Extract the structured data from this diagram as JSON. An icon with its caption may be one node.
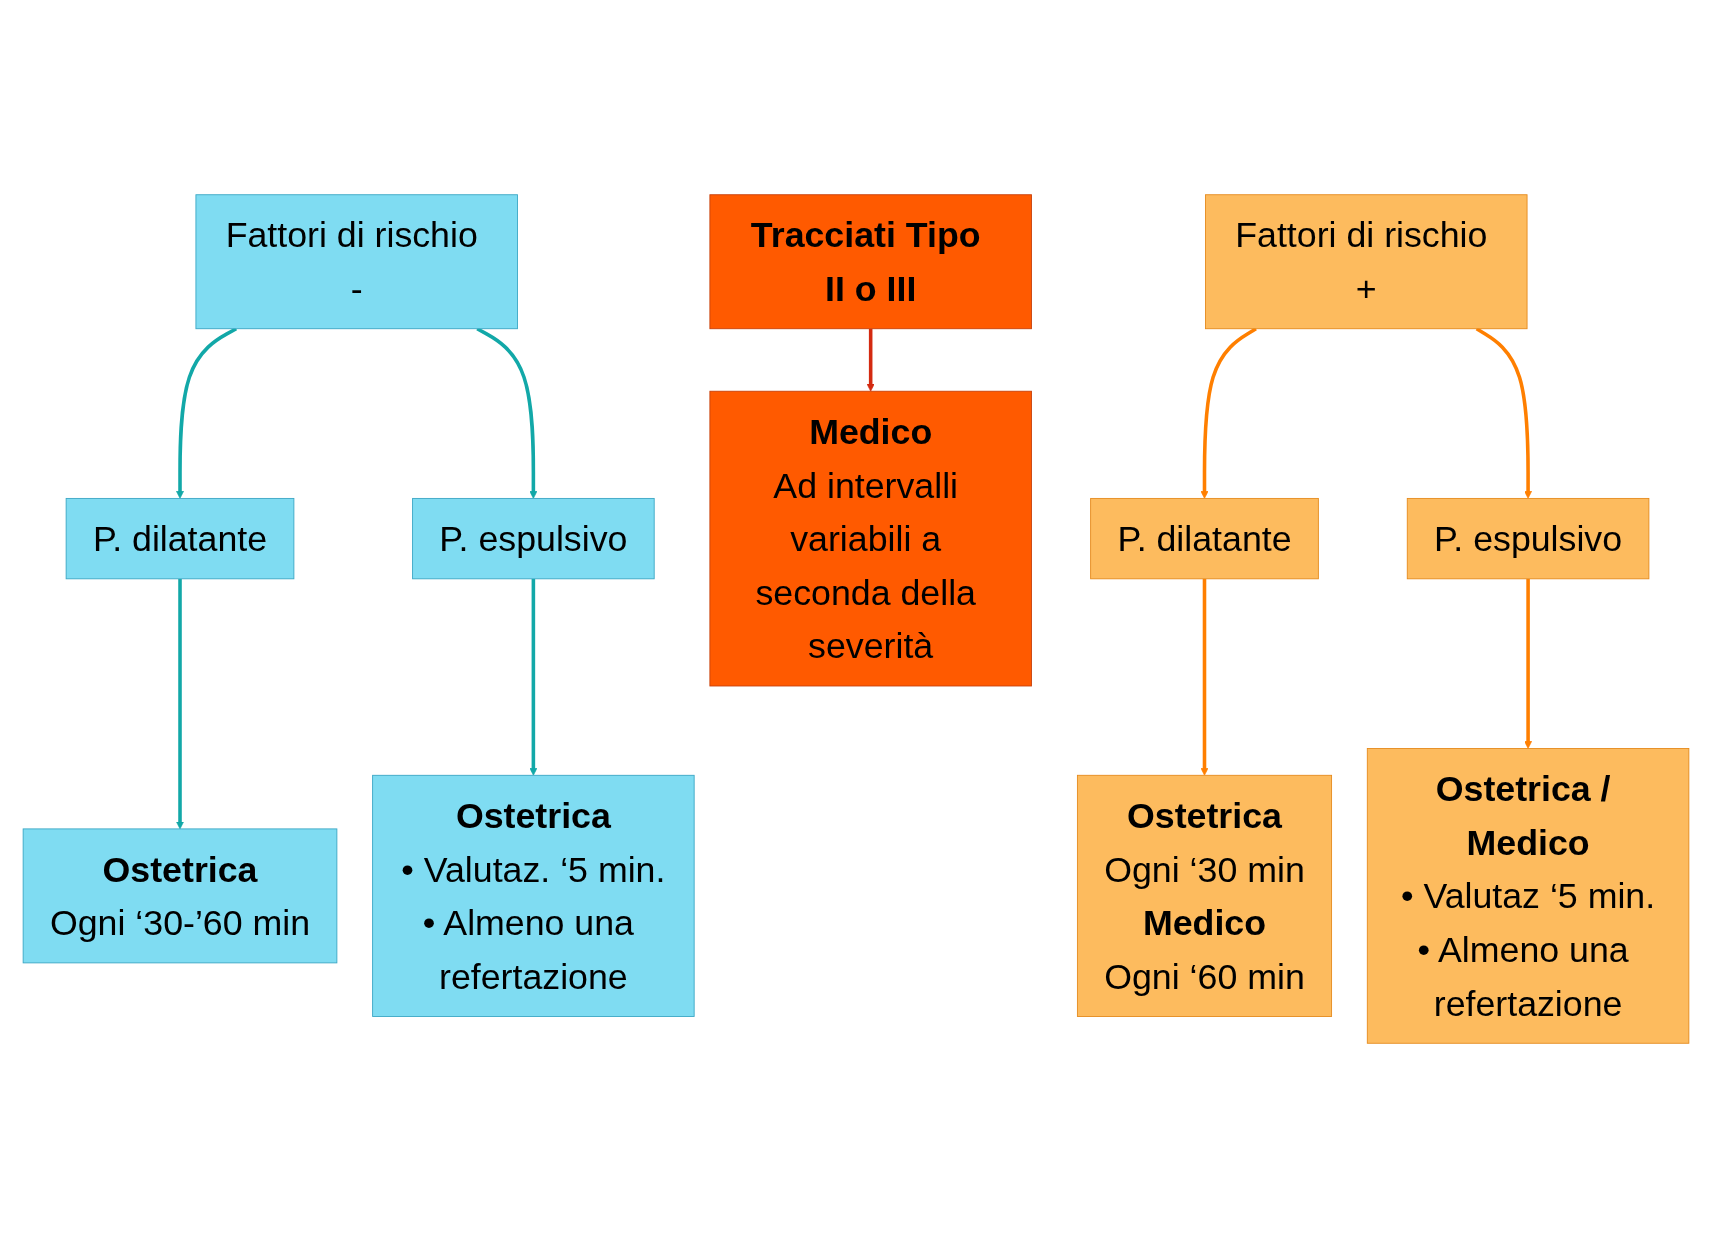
{
  "diagram": {
    "nodes": [
      {
        "text": [
          "Fattori di rischio -"
        ]
      },
      {
        "text": [
          "P. dilatante"
        ]
      },
      {
        "text": [
          "P. espulsivo"
        ]
      },
      {
        "text": [
          "Ostetrica",
          "Ogni ‘30-’60 min"
        ]
      },
      {
        "text": [
          "Ostetrica",
          "• Valutaz. ‘5 min.",
          "• Almeno una refertazione"
        ]
      },
      {
        "text": [
          "Tracciati Tipo II o III"
        ]
      },
      {
        "text": [
          "Medico",
          "Ad intervalli variabili a seconda della severità"
        ]
      },
      {
        "text": [
          "Fattori di rischio +"
        ]
      },
      {
        "text": [
          "P. dilatante"
        ]
      },
      {
        "text": [
          "P. espulsivo"
        ]
      },
      {
        "text": [
          "Ostetrica",
          "Ogni ‘30 min",
          "Medico",
          "Ogni ‘60 min"
        ]
      },
      {
        "text": [
          "Ostetrica / Medico",
          "• Valutaz ‘5 min.",
          "• Almeno una refertazione"
        ]
      }
    ],
    "edges": [
      {
        "from": 0,
        "to": 1,
        "arrow": "to",
        "color": "#12a8a8"
      },
      {
        "from": 0,
        "to": 2,
        "arrow": "to",
        "color": "#12a8a8"
      },
      {
        "from": 1,
        "to": 3,
        "arrow": "to",
        "color": "#12a8a8"
      },
      {
        "from": 2,
        "to": 4,
        "arrow": "to",
        "color": "#12a8a8"
      },
      {
        "from": 5,
        "to": 6,
        "arrow": "to",
        "color": "#d42a10"
      },
      {
        "from": 7,
        "to": 8,
        "arrow": "to",
        "color": "#ff7f00"
      },
      {
        "from": 7,
        "to": 9,
        "arrow": "to",
        "color": "#ff7f00"
      },
      {
        "from": 8,
        "to": 10,
        "arrow": "to",
        "color": "#ff7f00"
      },
      {
        "from": 9,
        "to": 11,
        "arrow": "to",
        "color": "#ff7f00"
      }
    ]
  }
}
